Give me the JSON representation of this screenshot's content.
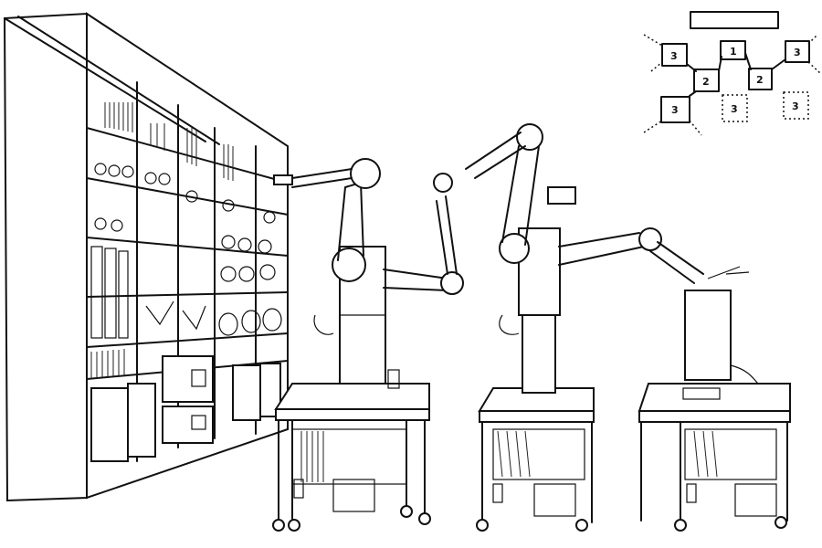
{
  "figure": {
    "subject": "robot-workcell-illustration",
    "layout_diagram": {
      "cells": [
        {
          "label": "3",
          "style": "solid"
        },
        {
          "label": "2",
          "style": "solid"
        },
        {
          "label": "1",
          "style": "solid"
        },
        {
          "label": "2",
          "style": "solid"
        },
        {
          "label": "3",
          "style": "solid"
        },
        {
          "label": "3",
          "style": "solid"
        },
        {
          "label": "3",
          "style": "dotted"
        },
        {
          "label": "3",
          "style": "dotted"
        }
      ]
    },
    "colors": {
      "ink": "#111111",
      "paper": "#ffffff"
    }
  }
}
